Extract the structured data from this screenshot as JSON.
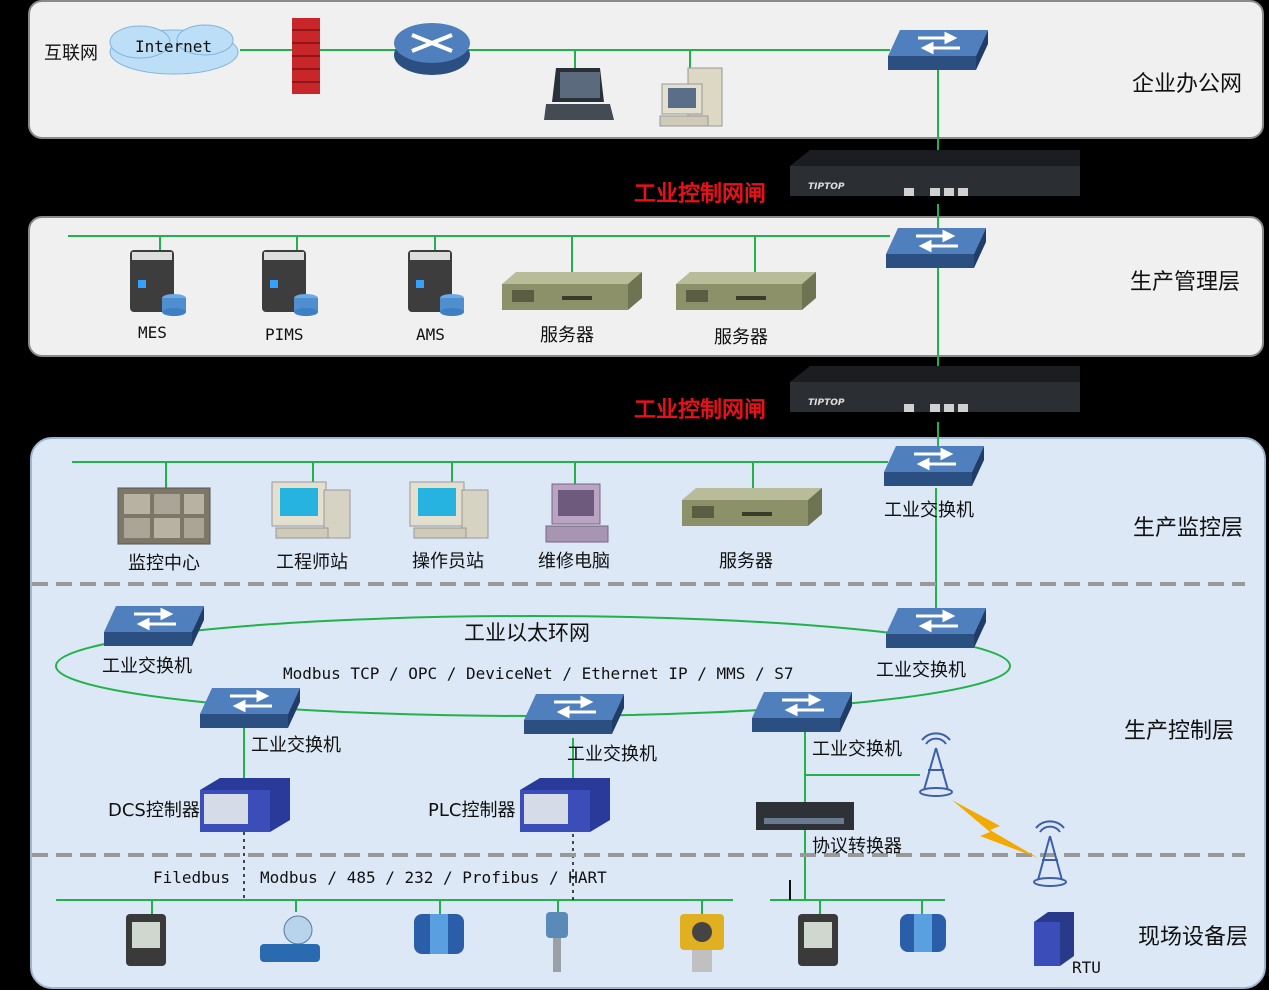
{
  "layers": {
    "office": "企业办公网",
    "management": "生产管理层",
    "monitoring": "生产监控层",
    "control": "生产控制层",
    "field": "现场设备层"
  },
  "office": {
    "internet_label": "互联网",
    "cloud_label": "Internet"
  },
  "gateways": {
    "label_1": "工业控制网闸",
    "label_2": "工业控制网闸",
    "brand": "TIPTOP"
  },
  "management": {
    "devices": [
      "MES",
      "PIMS",
      "AMS",
      "服务器",
      "服务器"
    ]
  },
  "monitoring": {
    "devices": [
      "监控中心",
      "工程师站",
      "操作员站",
      "维修电脑",
      "服务器"
    ],
    "switch_label": "工业交换机"
  },
  "control": {
    "ring_label": "工业以太环网",
    "protocols": "Modbus TCP / OPC / DeviceNet / Ethernet IP / MMS / S7",
    "switch_labels": [
      "工业交换机",
      "工业交换机",
      "工业交换机",
      "工业交换机",
      "工业交换机"
    ],
    "dcs_label": "DCS控制器",
    "plc_label": "PLC控制器",
    "converter_label": "协议转换器"
  },
  "field": {
    "bus_left": "Filedbus",
    "bus_right": "Modbus / 485 / 232 / Profibus / HART",
    "rtu_label": "RTU"
  },
  "colors": {
    "link": "#22b24c",
    "gate_text": "#e8101a",
    "switch_top": "#3f6da8",
    "switch_side": "#2a4f80"
  }
}
